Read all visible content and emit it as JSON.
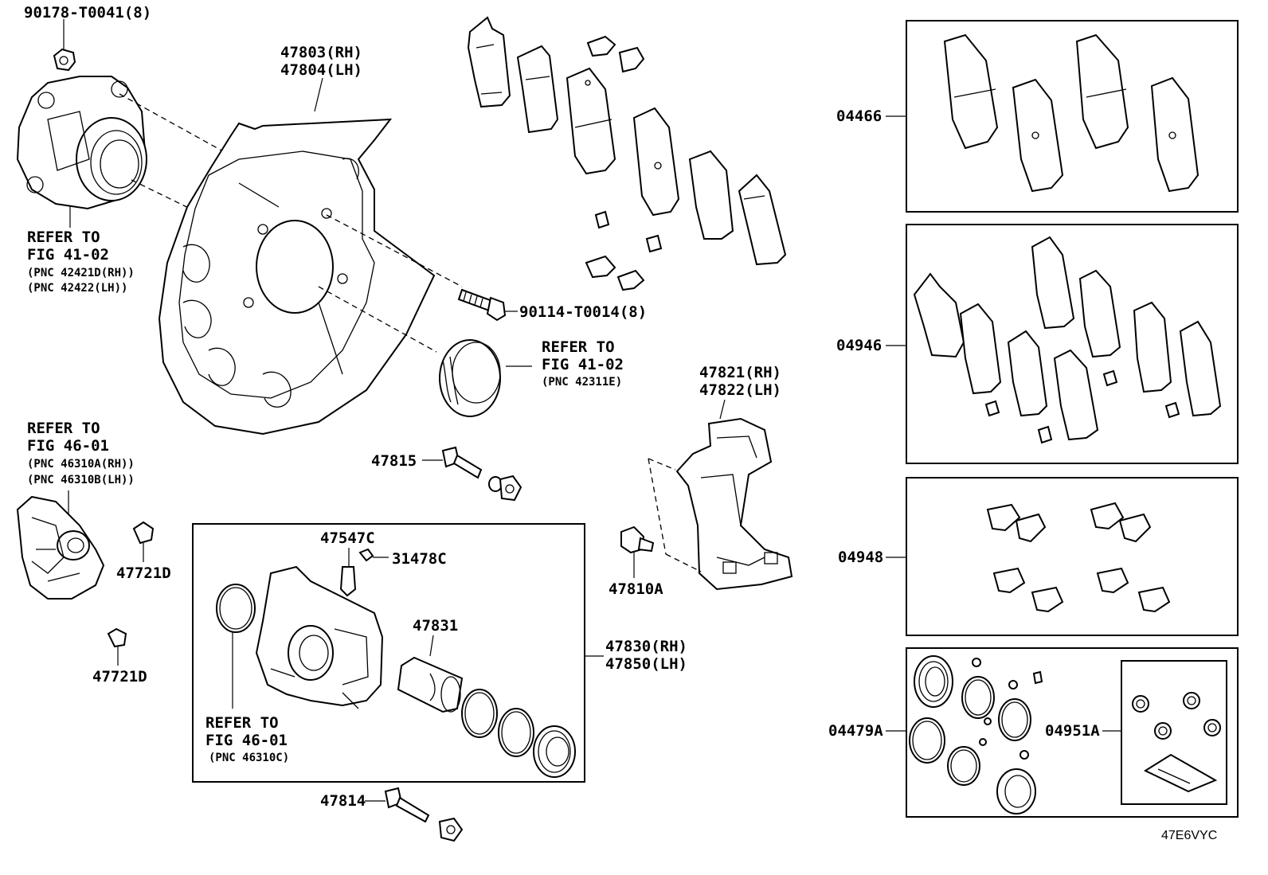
{
  "labels": {
    "p90178": "90178-T0041(8)",
    "p47803": "47803(RH)",
    "p47804": "47804(LH)",
    "refer_hub_1": "REFER TO",
    "refer_hub_2": "FIG 41-02",
    "refer_hub_3": "(PNC 42421D(RH))",
    "refer_hub_4": "(PNC 42422(LH))",
    "p90114": "90114-T0014(8)",
    "refer_seal_1": "REFER TO",
    "refer_seal_2": "FIG 41-02",
    "refer_seal_3": "(PNC 42311E)",
    "refer_cal_1": "REFER TO",
    "refer_cal_2": "FIG 46-01",
    "refer_cal_3": "(PNC 46310A(RH))",
    "refer_cal_4": "(PNC 46310B(LH))",
    "p47721d_a": "47721D",
    "p47721d_b": "47721D",
    "p47815": "47815",
    "p47821": "47821(RH)",
    "p47822": "47822(LH)",
    "p47810a": "47810A",
    "p47547c": "47547C",
    "p31478c": "31478C",
    "p47831": "47831",
    "p47830": "47830(RH)",
    "p47850": "47850(LH)",
    "refer_oring_1": "REFER TO",
    "refer_oring_2": "FIG 46-01",
    "refer_oring_3": "(PNC 46310C)",
    "p47814": "47814",
    "p04466": "04466",
    "p04946": "04946",
    "p04948": "04948",
    "p04479a": "04479A",
    "p04951a": "04951A",
    "diagram_code": "47E6VYC"
  }
}
